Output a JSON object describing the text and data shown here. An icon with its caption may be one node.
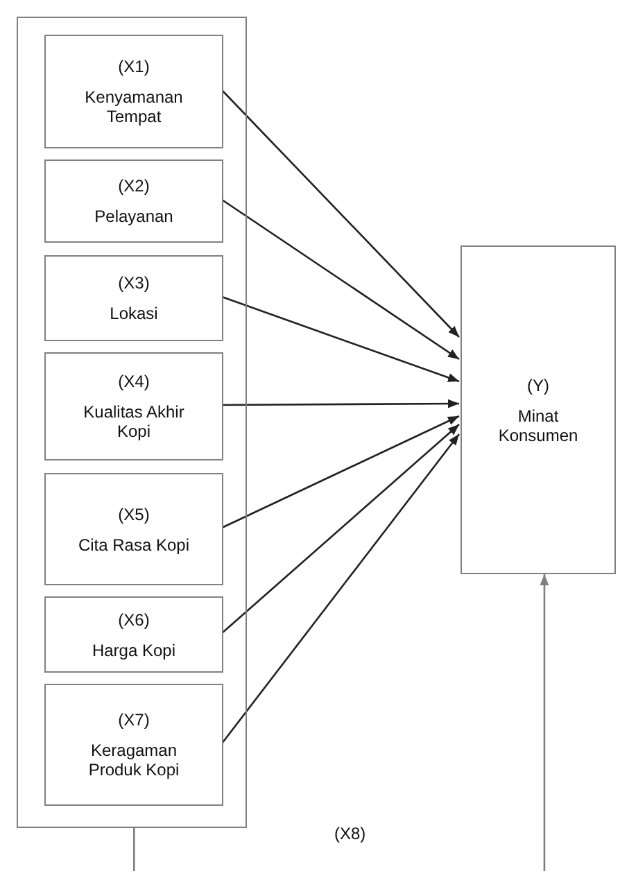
{
  "diagram": {
    "nodes": [
      {
        "text": [],
        "shape": "box"
      },
      {
        "text": [
          "(X1)",
          "Kenyamanan Tempat"
        ],
        "in": 0
      },
      {
        "text": [
          "(X2)",
          "Pelayanan"
        ],
        "in": 0
      },
      {
        "text": [
          "(X3)",
          "Lokasi"
        ],
        "in": 0
      },
      {
        "text": [
          "(X4)",
          "Kualitas Akhir Kopi"
        ],
        "in": 0
      },
      {
        "text": [
          "(X5)",
          "Cita Rasa Kopi"
        ],
        "in": 0
      },
      {
        "text": [
          "(X6)",
          "Harga Kopi"
        ],
        "in": 0
      },
      {
        "text": [
          "(X7)",
          "Keragaman Produk Kopi"
        ],
        "in": 0
      },
      {
        "text": [
          "(Y)",
          "Minat Konsumen"
        ]
      }
    ],
    "edges": [
      {
        "from": 1,
        "to": 8,
        "arrow": "to"
      },
      {
        "from": 2,
        "to": 8,
        "arrow": "to"
      },
      {
        "from": 3,
        "to": 8,
        "arrow": "to"
      },
      {
        "from": 4,
        "to": 8,
        "arrow": "to"
      },
      {
        "from": 5,
        "to": 8,
        "arrow": "to"
      },
      {
        "from": 6,
        "to": 8,
        "arrow": "to"
      },
      {
        "from": 7,
        "to": 8,
        "arrow": "to"
      },
      {
        "from": 0,
        "to": 8,
        "arrow": "to",
        "label": "(X8)",
        "color": "#808080"
      }
    ]
  }
}
